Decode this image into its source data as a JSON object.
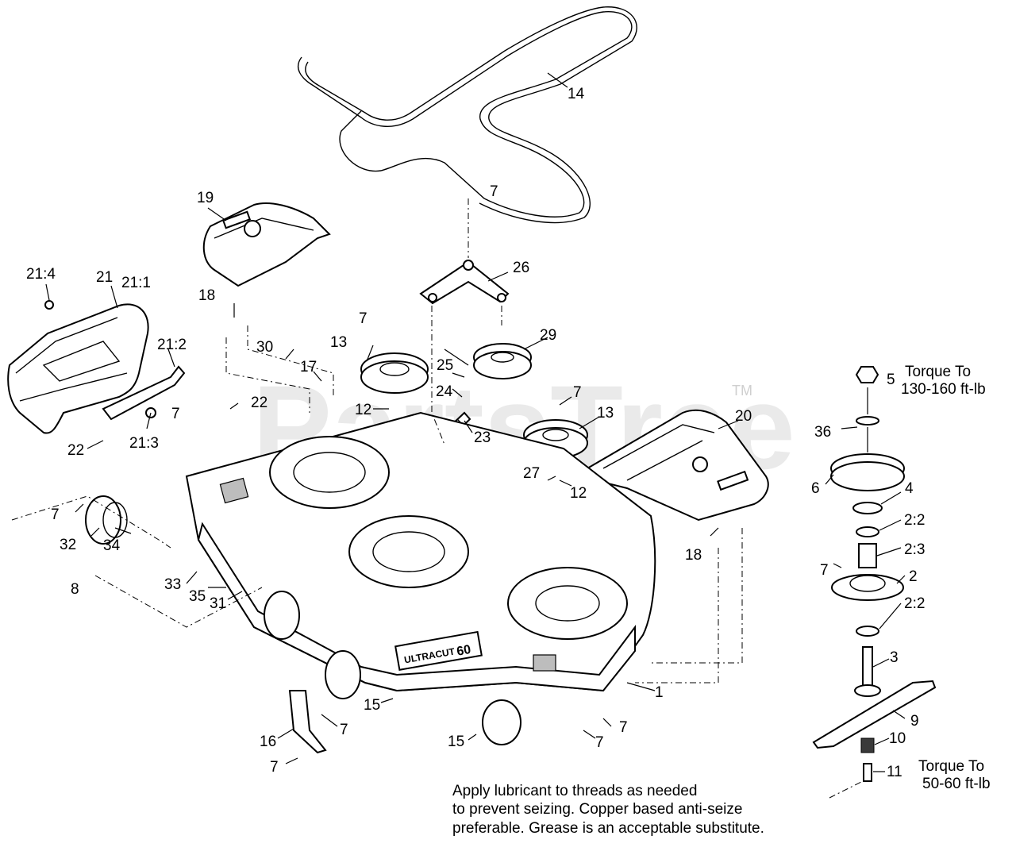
{
  "watermark": "PartsTree",
  "watermark_tm": "TM",
  "callouts": [
    {
      "label": "14"
    },
    {
      "label": "19"
    },
    {
      "label": "7"
    },
    {
      "label": "26"
    },
    {
      "label": "21:4"
    },
    {
      "label": "21"
    },
    {
      "label": "21:1"
    },
    {
      "label": "18"
    },
    {
      "label": "7"
    },
    {
      "label": "29"
    },
    {
      "label": "21:2"
    },
    {
      "label": "30"
    },
    {
      "label": "13"
    },
    {
      "label": "17"
    },
    {
      "label": "25"
    },
    {
      "label": "5"
    },
    {
      "label": "24"
    },
    {
      "label": "7"
    },
    {
      "label": "13"
    },
    {
      "label": "20"
    },
    {
      "label": "12"
    },
    {
      "label": "22"
    },
    {
      "label": "7"
    },
    {
      "label": "23"
    },
    {
      "label": "36"
    },
    {
      "label": "22"
    },
    {
      "label": "21:3"
    },
    {
      "label": "6"
    },
    {
      "label": "27"
    },
    {
      "label": "4"
    },
    {
      "label": "12"
    },
    {
      "label": "7"
    },
    {
      "label": "2:2"
    },
    {
      "label": "32"
    },
    {
      "label": "34"
    },
    {
      "label": "18"
    },
    {
      "label": "2:3"
    },
    {
      "label": "7"
    },
    {
      "label": "2"
    },
    {
      "label": "8"
    },
    {
      "label": "33"
    },
    {
      "label": "35"
    },
    {
      "label": "31"
    },
    {
      "label": "2:2"
    },
    {
      "label": "3"
    },
    {
      "label": "1"
    },
    {
      "label": "15"
    },
    {
      "label": "9"
    },
    {
      "label": "7"
    },
    {
      "label": "7"
    },
    {
      "label": "16"
    },
    {
      "label": "7"
    },
    {
      "label": "15"
    },
    {
      "label": "7"
    },
    {
      "label": "10"
    },
    {
      "label": "11"
    }
  ],
  "torque_upper": [
    "Torque To",
    "130-160 ft-lb"
  ],
  "torque_lower": [
    "Torque To",
    "50-60 ft-lb"
  ],
  "note": [
    "Apply lubricant to threads as needed",
    "to prevent seizing. Copper based anti-seize",
    "preferable. Grease is an acceptable substitute."
  ],
  "deck_brand": "ULTRACUT",
  "deck_size": "60"
}
